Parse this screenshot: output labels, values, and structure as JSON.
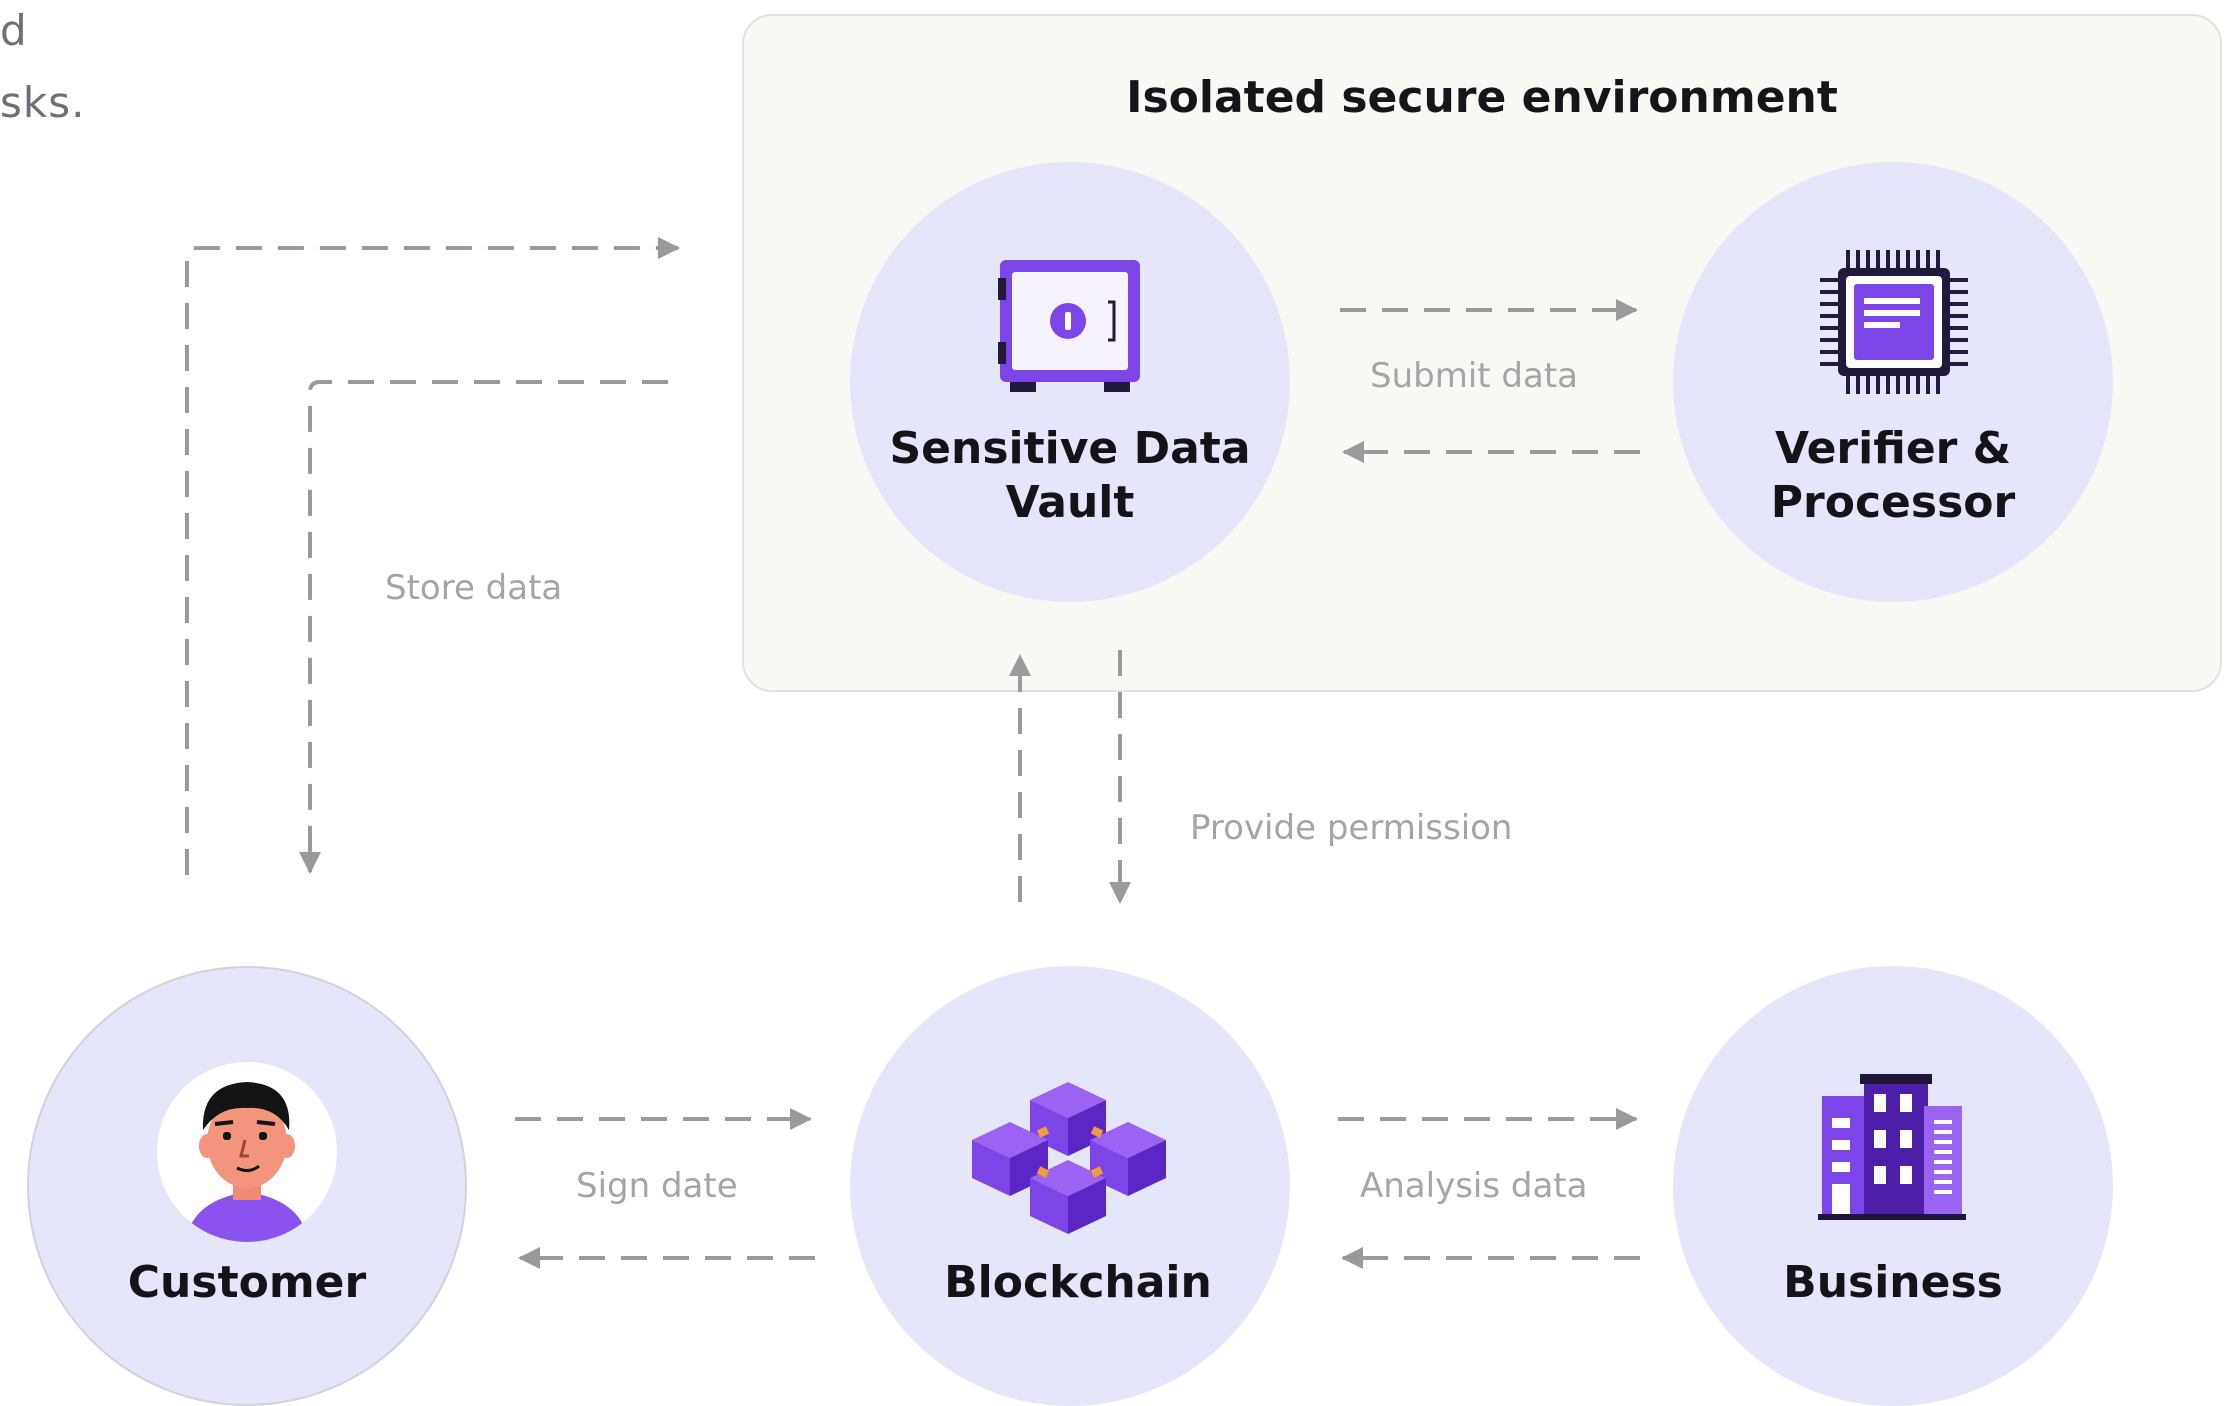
{
  "text_fragments": [
    "d",
    "sks."
  ],
  "environment": {
    "title": "Isolated secure environment"
  },
  "nodes": {
    "vault": {
      "label": "Sensitive Data Vault",
      "icon": "safe-icon"
    },
    "processor": {
      "label": "Verifier & Processor",
      "icon": "cpu-chip-icon"
    },
    "customer": {
      "label": "Customer",
      "icon": "person-avatar-icon"
    },
    "blockchain": {
      "label": "Blockchain",
      "icon": "blockchain-cubes-icon"
    },
    "business": {
      "label": "Business",
      "icon": "office-building-icon"
    }
  },
  "flows": {
    "submit": "Submit data",
    "store": "Store data",
    "permission": "Provide permission",
    "sign": "Sign date",
    "analysis": "Analysis data"
  },
  "colors": {
    "accent": "#7b45e8",
    "accent_dark": "#4b1fa8",
    "node_fill": "#e5e6fa",
    "env_fill": "#faf8f4",
    "arrow": "#9a9a9a",
    "label": "#a5a5a5"
  }
}
